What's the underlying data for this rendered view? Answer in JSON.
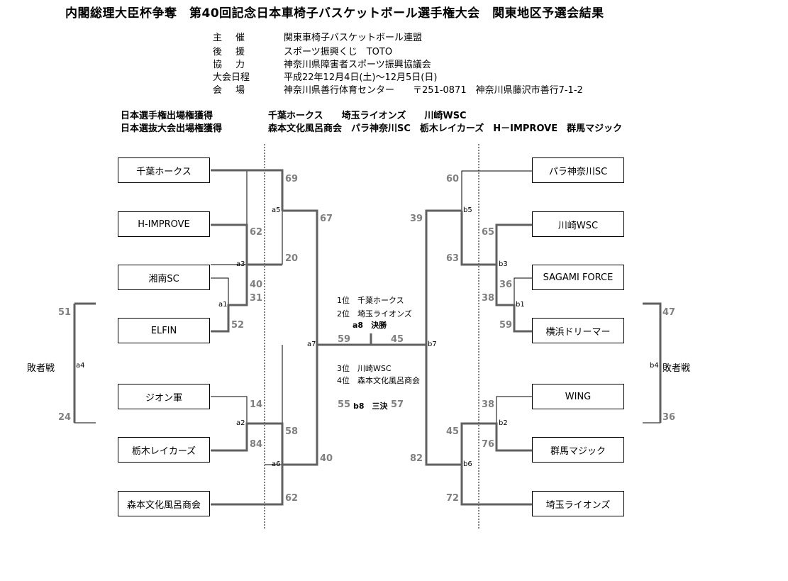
{
  "title": "内閣総理大臣杯争奪　第40回記念日本車椅子バスケットボール選手権大会　関東地区予選会結果",
  "info": [
    {
      "key": "主　催",
      "value": "関東車椅子バスケットボール連盟"
    },
    {
      "key": "後　援",
      "value": "スポーツ振興くじ　TOTO"
    },
    {
      "key": "協　力",
      "value": "神奈川県障害者スポーツ振興協議会"
    },
    {
      "key": "大会日程",
      "value": "平成22年12月4日(土)～12月5日(日)"
    },
    {
      "key": "会　場",
      "value": "神奈川県善行体育センター　　〒251-0871　神奈川県藤沢市善行7-1-2"
    }
  ],
  "qualifiers": [
    {
      "label": "日本選手権出場権獲得",
      "teams": "千葉ホークス　　埼玉ライオンズ　　川崎WSC"
    },
    {
      "label": "日本選抜大会出場権獲得",
      "teams": "森本文化風呂商会　パラ神奈川SC　栃木レイカーズ　H－IMPROVE　群馬マジック"
    }
  ],
  "teams_left": [
    "千葉ホークス",
    "H-IMPROVE",
    "湘南SC",
    "ELFIN",
    "ジオン軍",
    "栃木レイカーズ",
    "森本文化風呂商会"
  ],
  "teams_right": [
    "パラ神奈川SC",
    "川崎WSC",
    "SAGAMI FORCE",
    "横浜ドリーマー",
    "WING",
    "群馬マジック",
    "埼玉ライオンズ"
  ],
  "game_ids": {
    "a1": "a1",
    "a2": "a2",
    "a3": "a3",
    "a4": "a4",
    "a5": "a5",
    "a6": "a6",
    "a7": "a7",
    "b1": "b1",
    "b2": "b2",
    "b3": "b3",
    "b4": "b4",
    "b5": "b5",
    "b6": "b6",
    "b7": "b7"
  },
  "scores": {
    "a1_top": "40",
    "a1_bottom": "52",
    "a3_top": "62",
    "a3_bottom": "31",
    "a5_top": "69",
    "a5_bottom": "20",
    "a7_top": "67",
    "a7_bottom": "40",
    "a2_top": "14",
    "a2_bottom": "84",
    "a6_top": "58",
    "a6_bottom": "62",
    "a4_top": "51",
    "a4_bottom": "24",
    "b1_top": "36",
    "b1_bottom": "59",
    "b3_top": "65",
    "b3_bottom": "38",
    "b5_top": "60",
    "b5_bottom": "63",
    "b7_top": "39",
    "b7_bottom": "82",
    "b2_top": "38",
    "b2_bottom": "76",
    "b6_top": "45",
    "b6_bottom": "72",
    "b4_top": "47",
    "b4_bottom": "36",
    "final_left": "59",
    "final_right": "45",
    "third_left": "55",
    "third_right": "57"
  },
  "final_label": "a8　決勝",
  "third_label": "b8　三決",
  "ranks": [
    "1位　千葉ホークス",
    "2位　埼玉ライオンズ",
    "3位　川崎WSC",
    "4位　森本文化風呂商会"
  ],
  "loser_bracket": "敗者戦",
  "colors": {
    "winner_line": "#606060",
    "score": "#808080",
    "line": "#000000"
  }
}
